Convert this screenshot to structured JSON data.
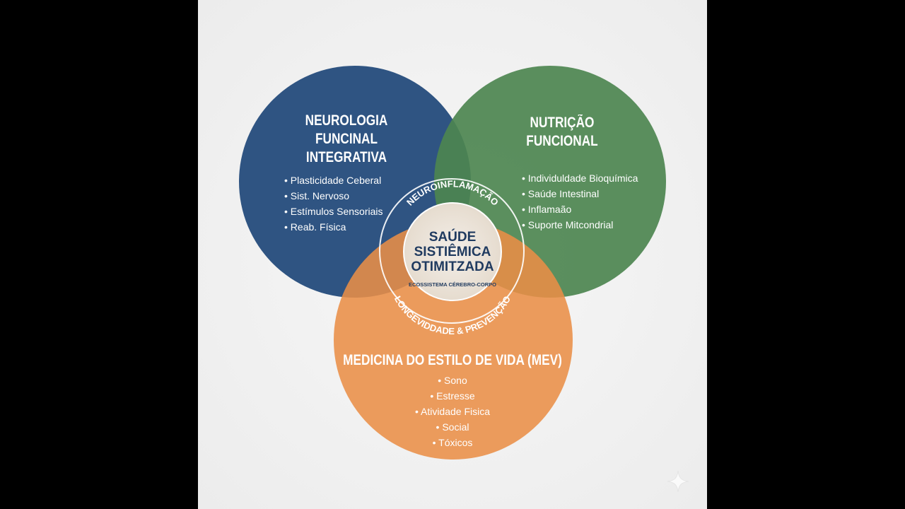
{
  "diagram": {
    "type": "venn",
    "circles": [
      {
        "id": "neuro",
        "title_lines": [
          "NEUROLOGIA",
          "FUNCINAL",
          "INTEGRATIVA"
        ],
        "color": "#2f5482",
        "items": [
          "Plasticidade Ceberal",
          "Sist. Nervoso",
          "Estímulos Sensoriais",
          "Reab. Física"
        ]
      },
      {
        "id": "nutri",
        "title_lines": [
          "NUTRIÇÃO",
          "FUNCIONAL"
        ],
        "color": "#4d8650",
        "items": [
          "Individuldade Bioquímica",
          "Saúde Intestinal",
          "Inflamaão",
          "Suporte Mitcondrial"
        ]
      },
      {
        "id": "mev",
        "title_lines": [
          "MEDICINA DO ESTILO DE VIDA (MEV)"
        ],
        "color": "#e98e47",
        "items": [
          "Sono",
          "Estresse",
          "Atividade Fisica",
          "Social",
          "Tóxicos"
        ]
      }
    ],
    "ring_top": "NEUROINFLAMAÇÃO",
    "ring_bottom": "LONGEVIDDADE & PREVENÇÃO",
    "center": {
      "lines": [
        "SAÚDE",
        "SISTIÊMICA",
        "OTIMITZADA"
      ],
      "subtitle": "ECOSSISTEMA CÉREBRO-CORPO"
    },
    "watermark_icon": "sparkle-icon"
  }
}
